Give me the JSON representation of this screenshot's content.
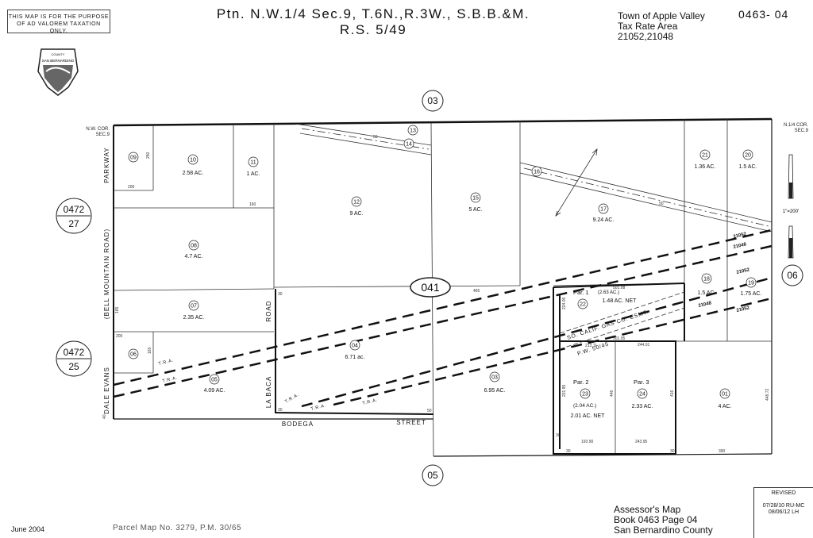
{
  "header": {
    "disclaimer_line1": "THIS MAP IS FOR THE PURPOSE",
    "disclaimer_line2": "OF AD VALOREM TAXATION ONLY.",
    "title_line1": "Ptn. N.W.1/4 Sec.9, T.6N.,R.3W., S.B.B.&M.",
    "title_line2": "R.S. 5/49",
    "area_line1": "Town of Apple Valley",
    "area_code": "0463- 04",
    "area_line2": "Tax Rate Area",
    "area_line3": "21052,21048",
    "seal_text_top": "COUNTY",
    "seal_text_mid": "SAN BERNARDINO"
  },
  "corners": {
    "nw_line1": "N.W. COR.",
    "nw_line2": "SEC.9",
    "ne_line1": "N.1/4 COR.",
    "ne_line2": "SEC.9"
  },
  "scale_label": "1\"=200'",
  "adjacent": {
    "north": "03",
    "south": "05",
    "east": "06",
    "west_top_book": "0472",
    "west_top_page": "27",
    "west_bottom_book": "0472",
    "west_bottom_page": "25",
    "center": "041"
  },
  "streets": {
    "parkway": "PARKWAY",
    "bell_mountain": "(BELL MOUNTAIN ROAD)",
    "dale_evans": "DALE EVANS",
    "la_baca": "LA BACA",
    "road": "ROAD",
    "bodega": "BODEGA",
    "street": "STREET"
  },
  "easements": {
    "gas_line1": "SO. CALIF. GAS CO. ESMT.",
    "pw_line": "P.W. 50/45",
    "tra": "T.R.A."
  },
  "tra_codes": [
    "21052",
    "21048",
    "21052",
    "21048",
    "21052"
  ],
  "parcels": [
    {
      "num": "09",
      "acres": ""
    },
    {
      "num": "10",
      "acres": "2.58 AC."
    },
    {
      "num": "11",
      "acres": "1 AC."
    },
    {
      "num": "12",
      "acres": "9 AC."
    },
    {
      "num": "13",
      "acres": ""
    },
    {
      "num": "14",
      "acres": ""
    },
    {
      "num": "15",
      "acres": "5 AC."
    },
    {
      "num": "16",
      "acres": ""
    },
    {
      "num": "17",
      "acres": "9.24 AC."
    },
    {
      "num": "21",
      "acres": "1.36 AC."
    },
    {
      "num": "20",
      "acres": "1.5 AC."
    },
    {
      "num": "08",
      "acres": "4.7 AC."
    },
    {
      "num": "07",
      "acres": "2.35 AC."
    },
    {
      "num": "06",
      "acres": ""
    },
    {
      "num": "05",
      "acres": "4.09 AC."
    },
    {
      "num": "04",
      "acres": "6.71 ac."
    },
    {
      "num": "03",
      "acres": "6.95 AC."
    },
    {
      "num": "22",
      "acres": "1.48 AC. NET"
    },
    {
      "num": "23",
      "acres": "2.01 AC. NET"
    },
    {
      "num": "24",
      "acres": "2.33 AC."
    },
    {
      "num": "01",
      "acres": "4 AC."
    },
    {
      "num": "18",
      "acres": "1.5 AC."
    },
    {
      "num": "19",
      "acres": "1.75 AC."
    }
  ],
  "par_labels": {
    "par1": "Par. 1",
    "par1_gross": "(2.63 AC.)",
    "par2": "Par. 2",
    "par2_gross": "(2.04 AC.)",
    "par3": "Par. 3"
  },
  "dimensions": {
    "d250": "250",
    "d200a": "200",
    "d160": "160",
    "d165a": "165",
    "d200b": "200",
    "d165b": "165",
    "d40": "40",
    "d30a": "30",
    "d30b": "30",
    "d465": "465",
    "d50a": "50",
    "d50b": "50",
    "d50c": "50",
    "d501a": "501.08",
    "d501b": "501.05",
    "d244": "244.01",
    "d224": "224.05",
    "d231": "231.95",
    "d446": "446",
    "d416": "416",
    "d448": "448.72",
    "d193": "193.90",
    "d243": "243.95",
    "d390": "390",
    "d30c": "30",
    "d30d": "30",
    "d30e": "30",
    "d213": "213.11"
  },
  "footer": {
    "date": "June 2004",
    "parcel_map_ref": "Parcel Map No. 3279, P.M. 30/65",
    "book_line1": "Assessor's Map",
    "book_line2": "Book 0463 Page 04",
    "book_line3": "San Bernardino County",
    "revised_title": "REVISED",
    "revised_1": "07/28/10 RU-MC",
    "revised_2": "08/06/12 LH"
  }
}
